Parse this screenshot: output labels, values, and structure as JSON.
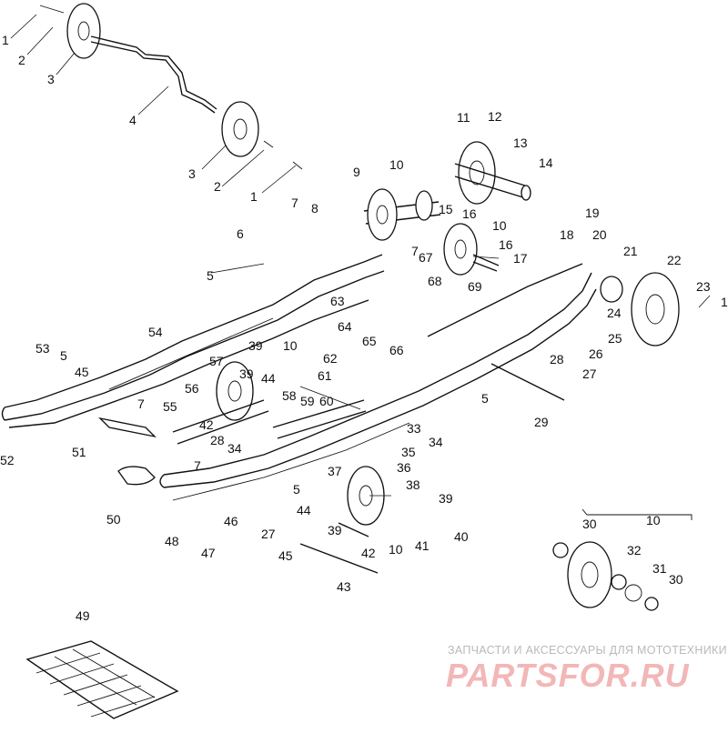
{
  "labels": [
    "1",
    "2",
    "3",
    "4",
    "3",
    "2",
    "1",
    "5",
    "6",
    "7",
    "8",
    "9",
    "10",
    "11",
    "12",
    "13",
    "14",
    "15",
    "16",
    "10",
    "16",
    "17",
    "7",
    "67",
    "68",
    "69",
    "63",
    "64",
    "65",
    "66",
    "18",
    "19",
    "20",
    "21",
    "22",
    "23",
    "1",
    "24",
    "25",
    "26",
    "27",
    "28",
    "5",
    "29",
    "54",
    "53",
    "5",
    "45",
    "57",
    "39",
    "10",
    "39",
    "44",
    "56",
    "55",
    "7",
    "42",
    "58",
    "59",
    "60",
    "61",
    "62",
    "33",
    "28",
    "34",
    "35",
    "34",
    "36",
    "37",
    "38",
    "39",
    "40",
    "41",
    "10",
    "39",
    "42",
    "43",
    "44",
    "5",
    "45",
    "27",
    "46",
    "47",
    "48",
    "50",
    "51",
    "52",
    "7",
    "49",
    "30",
    "10",
    "32",
    "31",
    "30"
  ],
  "watermark": {
    "caption": "ЗАПЧАСТИ И АКСЕССУАРЫ ДЛЯ МОТОТЕХНИКИ",
    "logo": "PARTSFOR.RU"
  }
}
